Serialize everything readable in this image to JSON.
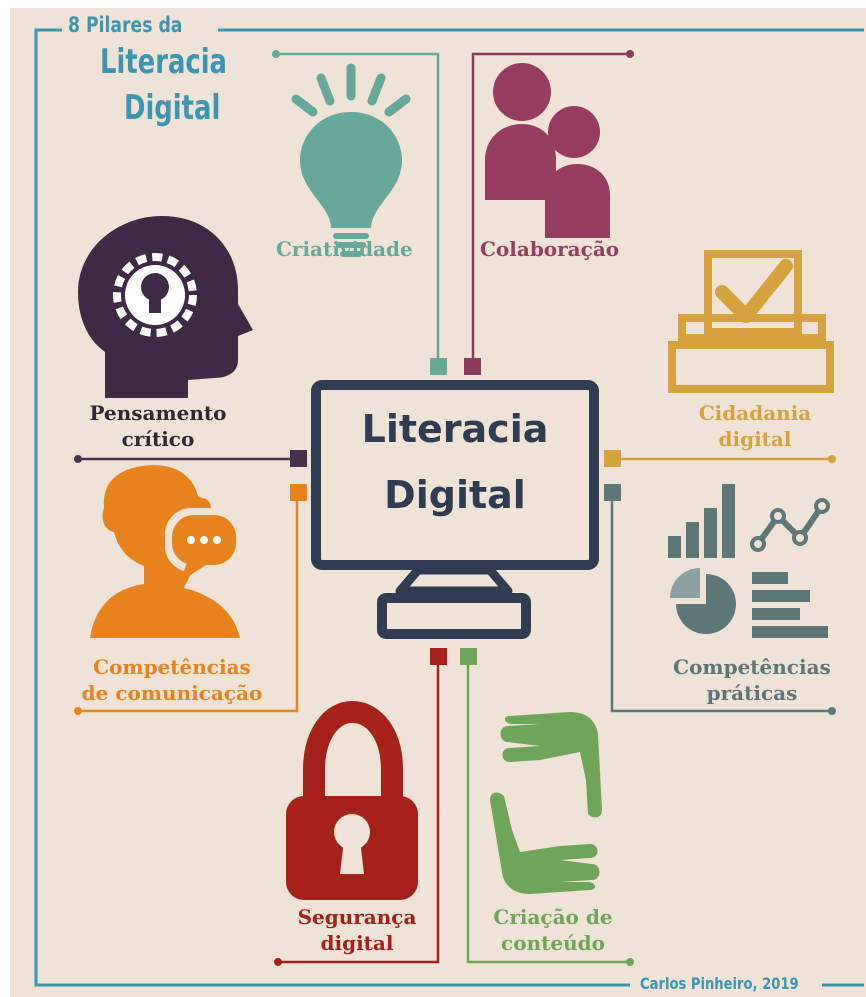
{
  "header": {
    "subtitle": "8 Pilares da",
    "title_line1": "Literacia",
    "title_line2": "Digital"
  },
  "center": {
    "line1": "Literacia",
    "line2": "Digital"
  },
  "pillars": {
    "criatividade": {
      "line1": "Criatividade",
      "icon": "lightbulb-icon",
      "color": "#66a89a"
    },
    "colaboracao": {
      "line1": "Colaboração",
      "icon": "people-icon",
      "color": "#973d61"
    },
    "pensamento": {
      "line1": "Pensamento",
      "line2": "crítico",
      "icon": "head-gear-icon",
      "color": "#3e2a44"
    },
    "cidadania": {
      "line1": "Cidadania",
      "line2": "digital",
      "icon": "ballot-box-icon",
      "color": "#d6a23e"
    },
    "comunicacao": {
      "line1": "Competências",
      "line2": "de comunicação",
      "icon": "speech-person-icon",
      "color": "#e8821c"
    },
    "praticas": {
      "line1": "Competências",
      "line2": "práticas",
      "icon": "charts-icon",
      "color": "#5d7779"
    },
    "seguranca": {
      "line1": "Segurança",
      "line2": "digital",
      "icon": "padlock-icon",
      "color": "#a6211b"
    },
    "criacao": {
      "line1": "Criação de",
      "line2": "conteúdo",
      "icon": "hands-frame-icon",
      "color": "#6fa55a"
    }
  },
  "footer": {
    "credit": "Carlos Pinheiro, 2019"
  },
  "colors": {
    "background": "#efe2d6",
    "frame": "#3c95b1",
    "monitor": "#2f3c52"
  }
}
